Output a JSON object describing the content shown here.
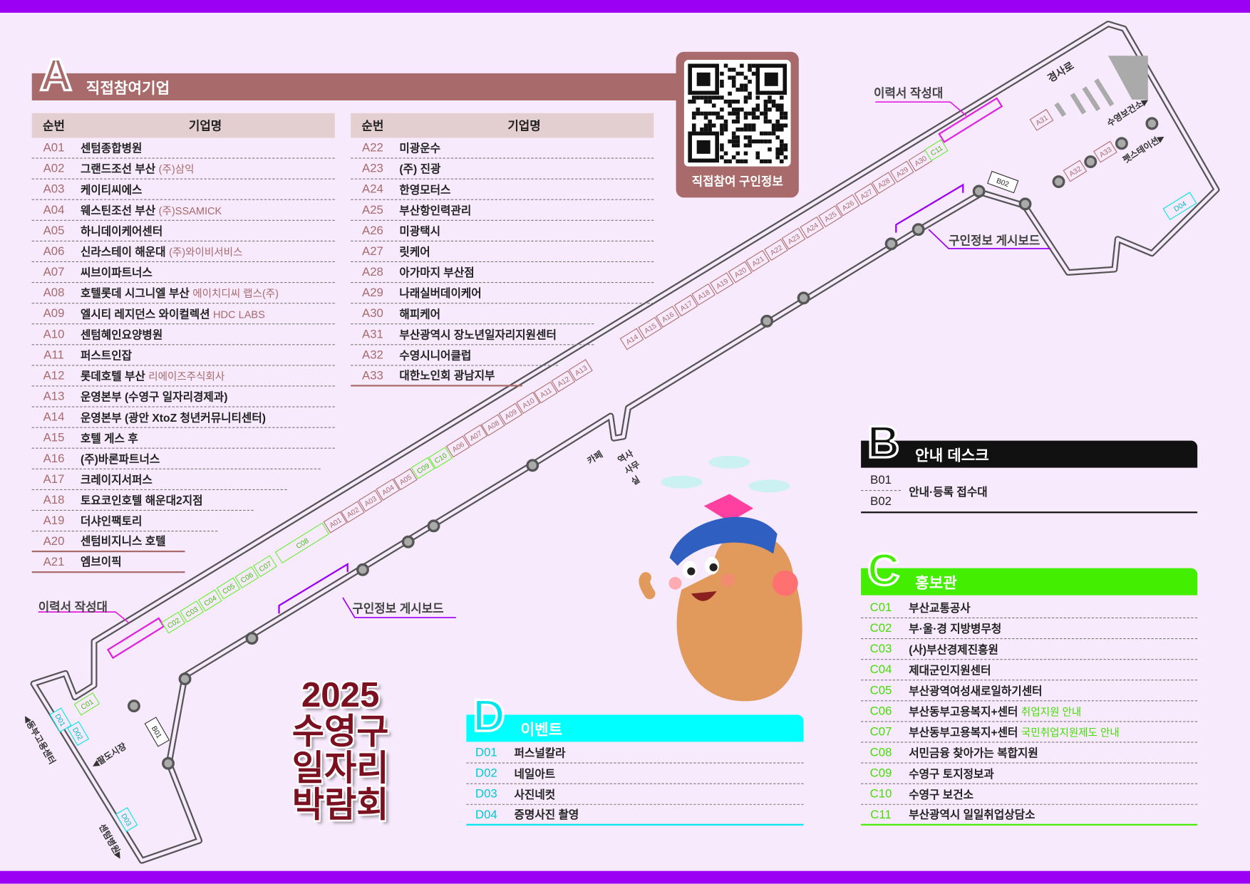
{
  "colors": {
    "accent": "#9b00f5",
    "section_a": "#a86a6a",
    "section_b": "#111111",
    "section_c": "#44ee00",
    "section_d": "#00ffff",
    "bg": "#f7eafc"
  },
  "title": [
    "2025",
    "수영구",
    "일자리",
    "박람회"
  ],
  "sectionA": {
    "letter": "A",
    "title": "직접참여기업",
    "col_no": "순번",
    "col_name": "기업명",
    "rows1": [
      {
        "no": "A01",
        "name": "센텀종합병원"
      },
      {
        "no": "A02",
        "name": "그랜드조선 부산",
        "sub": "(주)삼익"
      },
      {
        "no": "A03",
        "name": "케이티씨에스"
      },
      {
        "no": "A04",
        "name": "웨스틴조선 부산",
        "sub": "(주)SSAMICK"
      },
      {
        "no": "A05",
        "name": "하니데이케어센터"
      },
      {
        "no": "A06",
        "name": "신라스테이 해운대",
        "sub": "(주)와이비서비스"
      },
      {
        "no": "A07",
        "name": "씨브이파트너스"
      },
      {
        "no": "A08",
        "name": "호텔롯데 시그니엘 부산",
        "sub": "에이치디씨 랩스(주)"
      },
      {
        "no": "A09",
        "name": "엘시티 레지던스 와이컬렉션",
        "sub": "HDC LABS"
      },
      {
        "no": "A10",
        "name": "센텀혜인요양병원"
      },
      {
        "no": "A11",
        "name": "퍼스트인잡"
      },
      {
        "no": "A12",
        "name": "롯데호텔 부산",
        "sub": "리에이즈주식회사"
      },
      {
        "no": "A13",
        "name": "운영본부 (수영구 일자리경제과)"
      },
      {
        "no": "A14",
        "name": "운영본부 (광안 XtoZ 청년커뮤니티센터)"
      },
      {
        "no": "A15",
        "name": "호텔 게스 후"
      },
      {
        "no": "A16",
        "name": "(주)바론파트너스"
      },
      {
        "no": "A17",
        "name": "크레이지서퍼스"
      },
      {
        "no": "A18",
        "name": "토요코인호텔 해운대2지점"
      },
      {
        "no": "A19",
        "name": "더샤인팩토리"
      },
      {
        "no": "A20",
        "name": "센텀비지니스 호텔"
      },
      {
        "no": "A21",
        "name": "엠브이픽"
      }
    ],
    "rows2": [
      {
        "no": "A22",
        "name": "미광운수"
      },
      {
        "no": "A23",
        "name": "(주) 진광"
      },
      {
        "no": "A24",
        "name": "한영모터스"
      },
      {
        "no": "A25",
        "name": "부산항인력관리"
      },
      {
        "no": "A26",
        "name": "미광택시"
      },
      {
        "no": "A27",
        "name": "릿케어"
      },
      {
        "no": "A28",
        "name": "아가마지 부산점"
      },
      {
        "no": "A29",
        "name": "나래실버데이케어"
      },
      {
        "no": "A30",
        "name": "해피케어"
      },
      {
        "no": "A31",
        "name": "부산광역시 장노년일자리지원센터"
      },
      {
        "no": "A32",
        "name": "수영시니어클럽"
      },
      {
        "no": "A33",
        "name": "대한노인회 광남지부"
      }
    ]
  },
  "qr": {
    "caption": "직접참여 구인정보"
  },
  "sectionB": {
    "letter": "B",
    "title": "안내 데스크",
    "rows": [
      {
        "no": "B01"
      },
      {
        "no": "B02"
      }
    ],
    "desc": "안내·등록 접수대"
  },
  "sectionC": {
    "letter": "C",
    "title": "홍보관",
    "rows": [
      {
        "no": "C01",
        "name": "부산교통공사"
      },
      {
        "no": "C02",
        "name": "부·울·경 지방병무청"
      },
      {
        "no": "C03",
        "name": "(사)부산경제진흥원"
      },
      {
        "no": "C04",
        "name": "제대군인지원센터"
      },
      {
        "no": "C05",
        "name": "부산광역여성새로일하기센터"
      },
      {
        "no": "C06",
        "name": "부산동부고용복지+센터",
        "sub": "취업지원 안내"
      },
      {
        "no": "C07",
        "name": "부산동부고용복지+센터",
        "sub": "국민취업지원제도 안내"
      },
      {
        "no": "C08",
        "name": "서민금융 찾아가는 복합지원"
      },
      {
        "no": "C09",
        "name": "수영구 토지정보과"
      },
      {
        "no": "C10",
        "name": "수영구 보건소"
      },
      {
        "no": "C11",
        "name": "부산광역시 일일취업상담소"
      }
    ]
  },
  "sectionD": {
    "letter": "D",
    "title": "이벤트",
    "rows": [
      {
        "no": "D01",
        "name": "퍼스널칼라"
      },
      {
        "no": "D02",
        "name": "네일아트"
      },
      {
        "no": "D03",
        "name": "사진네컷"
      },
      {
        "no": "D04",
        "name": "증명사진 촬영"
      }
    ]
  },
  "map": {
    "booths": [
      {
        "id": "C02",
        "kind": "g"
      },
      {
        "id": "C03",
        "kind": "g"
      },
      {
        "id": "C04",
        "kind": "g"
      },
      {
        "id": "C05",
        "kind": "g"
      },
      {
        "id": "C06",
        "kind": "g"
      },
      {
        "id": "C07",
        "kind": "g"
      },
      {
        "id": "C08",
        "kind": "g"
      },
      {
        "id": "A01",
        "kind": "a"
      },
      {
        "id": "A02",
        "kind": "a"
      },
      {
        "id": "A03",
        "kind": "a"
      },
      {
        "id": "A04",
        "kind": "a"
      },
      {
        "id": "A05",
        "kind": "a"
      },
      {
        "id": "C09",
        "kind": "g"
      },
      {
        "id": "C10",
        "kind": "g"
      },
      {
        "id": "A06",
        "kind": "a"
      },
      {
        "id": "A07",
        "kind": "a"
      },
      {
        "id": "A08",
        "kind": "a"
      },
      {
        "id": "A09",
        "kind": "a"
      },
      {
        "id": "A10",
        "kind": "a"
      },
      {
        "id": "A11",
        "kind": "a"
      },
      {
        "id": "A12",
        "kind": "a"
      },
      {
        "id": "A13",
        "kind": "a"
      },
      {
        "id": "A14",
        "kind": "a"
      },
      {
        "id": "A15",
        "kind": "a"
      },
      {
        "id": "A16",
        "kind": "a"
      },
      {
        "id": "A17",
        "kind": "a"
      },
      {
        "id": "A18",
        "kind": "a"
      },
      {
        "id": "A19",
        "kind": "a"
      },
      {
        "id": "A20",
        "kind": "a"
      },
      {
        "id": "A21",
        "kind": "a"
      },
      {
        "id": "A22",
        "kind": "a"
      },
      {
        "id": "A23",
        "kind": "a"
      },
      {
        "id": "A24",
        "kind": "a"
      },
      {
        "id": "A25",
        "kind": "a"
      },
      {
        "id": "A26",
        "kind": "a"
      },
      {
        "id": "A27",
        "kind": "a"
      },
      {
        "id": "A28",
        "kind": "a"
      },
      {
        "id": "A29",
        "kind": "a"
      },
      {
        "id": "A30",
        "kind": "a"
      },
      {
        "id": "C11",
        "kind": "g"
      }
    ],
    "others": [
      {
        "id": "A31",
        "kind": "a"
      },
      {
        "id": "A32",
        "kind": "a"
      },
      {
        "id": "A33",
        "kind": "a"
      },
      {
        "id": "D04",
        "kind": "c"
      },
      {
        "id": "C01",
        "kind": "g"
      },
      {
        "id": "D01",
        "kind": "c"
      },
      {
        "id": "D02",
        "kind": "c"
      },
      {
        "id": "D03",
        "kind": "c"
      },
      {
        "id": "B01",
        "kind": "k"
      },
      {
        "id": "B02",
        "kind": "k"
      }
    ],
    "labels": {
      "resume_desk": "이력서 작성대",
      "job_board": "구인정보 게시보드",
      "cafe": "카페",
      "station_office": "역사 사무실",
      "ramp": "경사로",
      "health_center": "수영보건소▶",
      "pet_station": "펫스테이션▶",
      "dongbu_center": "◀동부고용센터",
      "paldo_market": "◀팔도시장",
      "centum_hospital": "센텀병원▶"
    }
  }
}
